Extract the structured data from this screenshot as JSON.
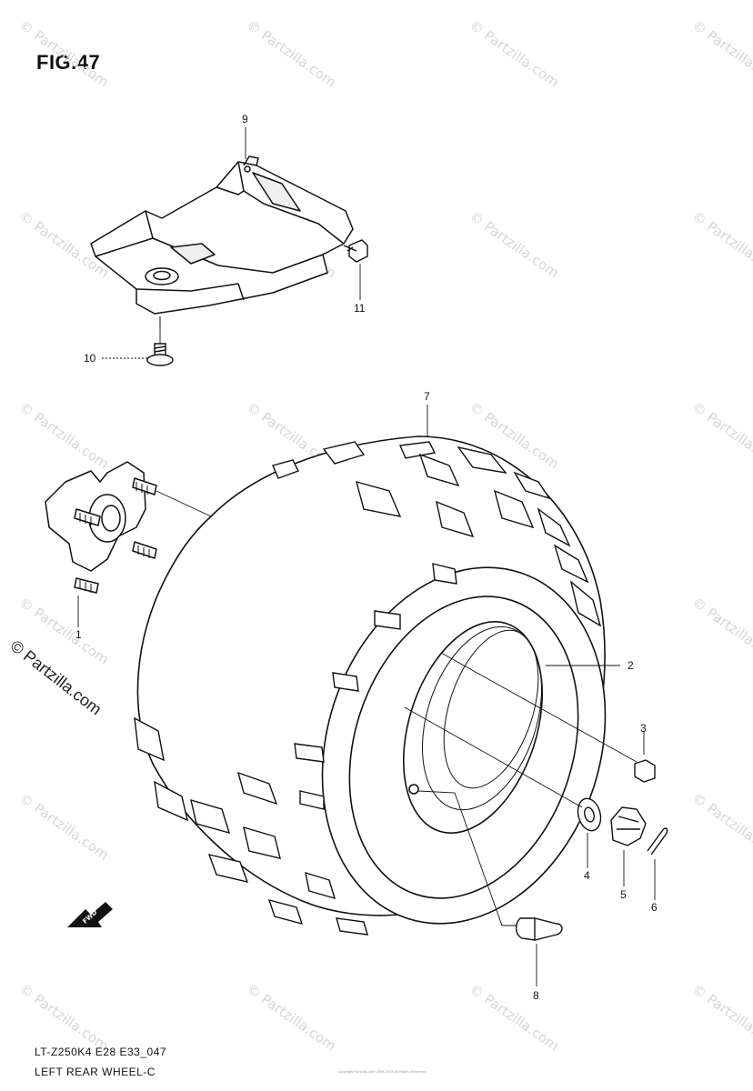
{
  "figure_title": "FIG.47",
  "watermark_text": "© Partzilla.com",
  "side_watermark": "© Partzilla.com",
  "captions": {
    "model_code": "LT-Z250K4 E28 E33_047",
    "part_name": "LEFT REAR WHEEL-C"
  },
  "copyright_text": "Copyright\nPartzilla.com 2004-2018 All Rights Reserved",
  "fwd_label": "FWD",
  "part_numbers": {
    "p1": "1",
    "p2": "2",
    "p3": "3",
    "p4": "4",
    "p5": "5",
    "p6": "6",
    "p7": "7",
    "p8": "8",
    "p9": "9",
    "p10": "10",
    "p11": "11"
  }
}
